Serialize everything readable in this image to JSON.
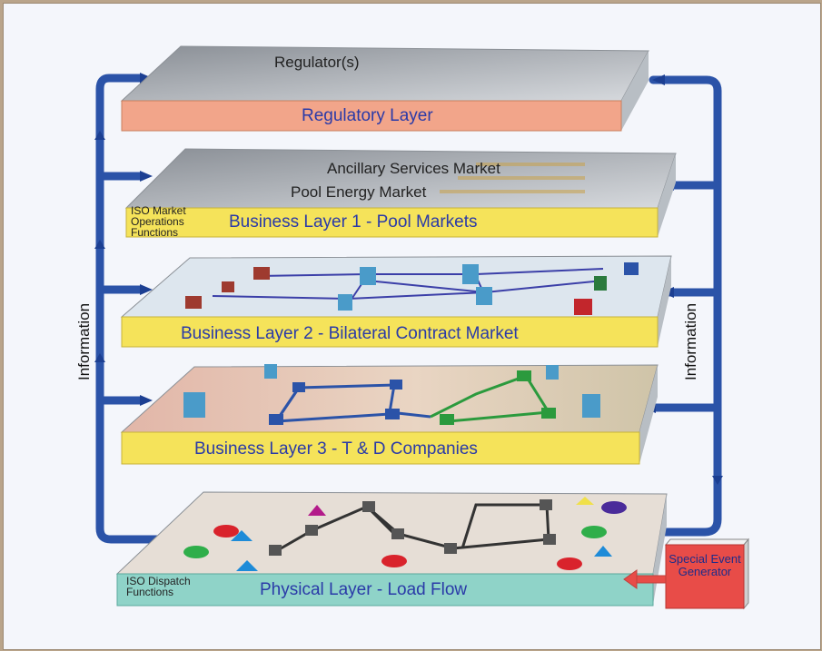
{
  "layers": {
    "regulatory": {
      "top_label": "Regulator(s)",
      "title": "Regulatory Layer",
      "color": "#f2a58a"
    },
    "pool": {
      "market_top": "Ancillary Services Market",
      "market_bottom": "Pool Energy Market",
      "side_label": "ISO Market Operations Functions",
      "title": "Business Layer 1 - Pool Markets",
      "color": "#f5e35a"
    },
    "bilateral": {
      "title": "Business Layer 2 - Bilateral Contract Market",
      "color": "#f5e35a"
    },
    "td": {
      "title": "Business Layer 3 - T & D Companies",
      "color": "#f5e35a"
    },
    "physical": {
      "side_label": "ISO Dispatch Functions",
      "title": "Physical Layer - Load Flow",
      "color": "#8fd3c8"
    }
  },
  "information_left": "Information",
  "information_right": "Information",
  "special_event_generator": "Special Event Generator",
  "colors": {
    "pipe": "#2b53a8",
    "plate_top": "#d9dde2"
  }
}
